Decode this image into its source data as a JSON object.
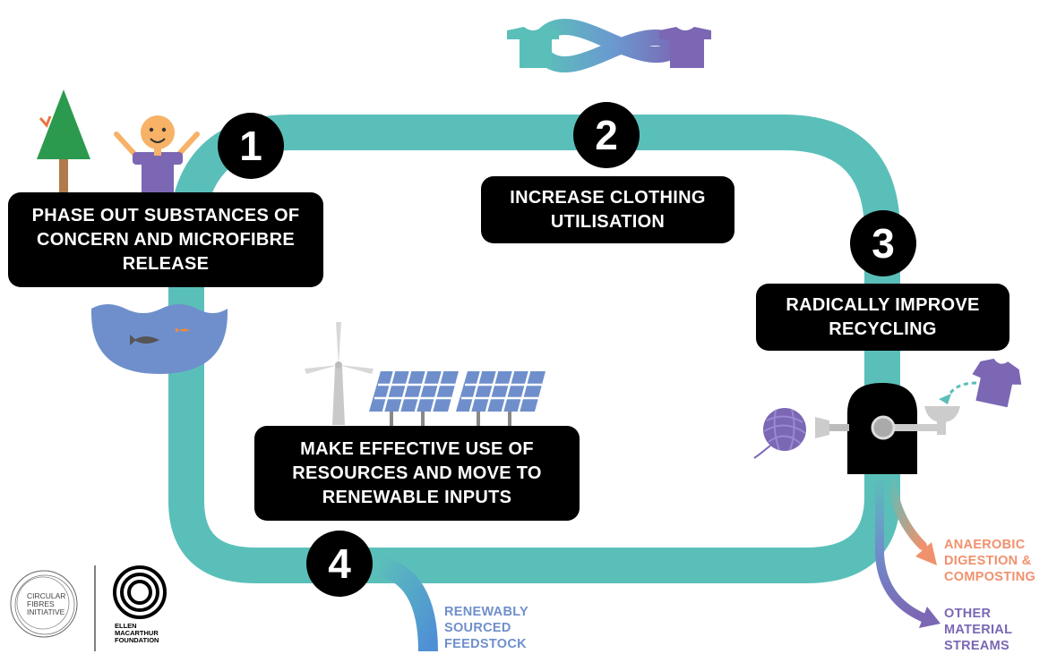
{
  "steps": [
    {
      "number": "1",
      "text": "PHASE OUT SUBSTANCES OF CONCERN AND MICROFIBRE RELEASE"
    },
    {
      "number": "2",
      "text": "INCREASE CLOTHING UTILISATION"
    },
    {
      "number": "3",
      "text": "RADICALLY IMPROVE RECYCLING"
    },
    {
      "number": "4",
      "text": "MAKE EFFECTIVE USE OF RESOURCES AND MOVE TO RENEWABLE INPUTS"
    }
  ],
  "outputs": {
    "anaerobic": {
      "lines": [
        "ANAEROBIC",
        "DIGESTION &",
        "COMPOSTING"
      ],
      "color": "#f0916e"
    },
    "other": {
      "lines": [
        "OTHER",
        "MATERIAL",
        "STREAMS"
      ],
      "color": "#7b67b4"
    },
    "renewable": {
      "lines": [
        "RENEWABLY",
        "SOURCED",
        "FEEDSTOCK"
      ],
      "color": "#6f8fcc"
    }
  },
  "logos": {
    "cfi": [
      "CIRCULAR",
      "FIBRES",
      "INITIATIVE"
    ],
    "emf": [
      "ELLEN",
      "MACARTHUR",
      "FOUNDATION"
    ]
  },
  "colors": {
    "loop": "#5bbfb9",
    "teal": "#5bbfb9",
    "purple": "#7b67b4",
    "blue": "#4f8fd6",
    "solar": "#6f8fcc",
    "water": "#6f8fcc",
    "orange": "#f0916e",
    "tree": "#2c9a4e",
    "skin": "#f7b267"
  },
  "icons": [
    "infinity-shirts-icon",
    "tree-icon",
    "person-icon",
    "water-fish-icon",
    "wind-turbine-icon",
    "solar-panel-icon",
    "recycling-machine-icon",
    "yarn-ball-icon",
    "tshirt-icon"
  ]
}
